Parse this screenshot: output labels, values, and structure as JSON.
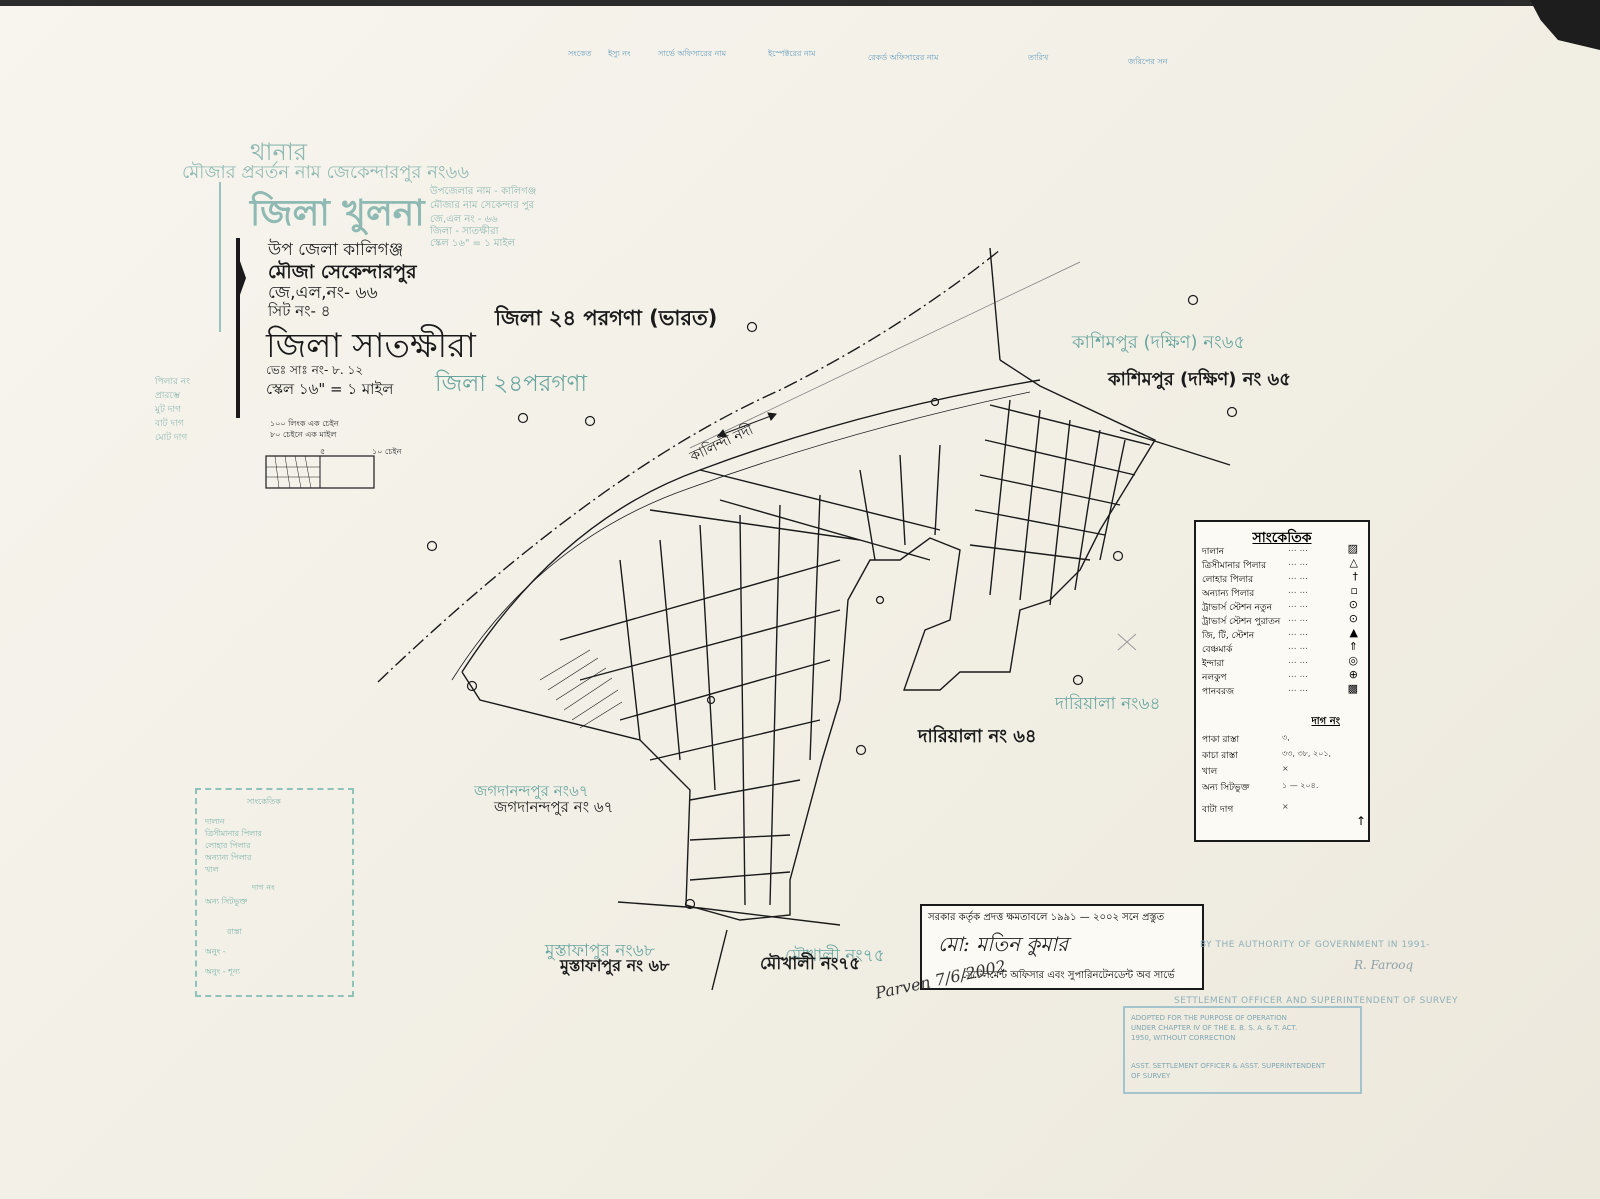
{
  "header": {
    "upazila": "উপ জেলা কালিগঞ্জ",
    "mouza": "মৌজা সেকেন্দারপুর",
    "jl_no": "জে,এল,নং- ৬৬",
    "sheet_no": "সিট নং- ৪",
    "district": "জিলা সাতক্ষীরা",
    "sheets": "ভেঃ সাঃ নং- ৮. ১২",
    "scale": "স্কেল ১৬\" = ১ মাইল",
    "chain_note_1": "১০০ লিংক এক চেইন",
    "chain_note_2": "৮০ চেইনে এক মাইল",
    "scale_mid": "৫",
    "scale_end": "১০ চেইন"
  },
  "faint_header": {
    "line1": "থানার",
    "line2": "মৌজার প্রবর্তন নাম জেকেন্দারপুর নং৬৬",
    "line3": "জিলা খুলনা",
    "right1": "উপজেলার নাম - কালিগঞ্জ",
    "right2": "মৌজার নাম সেকেন্দার পুর",
    "right3": "জে,এল নং - ৬৬",
    "right4": "জিলা - সাতক্ষীরা",
    "right5": "স্কেল ১৬\" = ১ মাইল"
  },
  "left_side_notes": [
    "পিলার নং",
    "প্রারম্ভে",
    "মুট দাগ",
    "বাট দাগ",
    "মোট দাগ"
  ],
  "map_labels": {
    "district_india": "জিলা ২৪ পরগণা (ভারত)",
    "district_india_faint": "জিলা ২৪পরগণা",
    "river": "কালিন্দী নদী",
    "kashimpur": "কাশিমপুর (দক্ষিণ) নং ৬৫",
    "kashimpur_faint": "কাশিমপুর (দক্ষিণ) নং৬৫",
    "dariyala": "দারিয়ালা নং ৬৪",
    "dariyala_faint": "দারিয়ালা নং৬৪",
    "jagadanandapur": "জগদানন্দপুর নং ৬৭",
    "jagadanandapur_faint": "জগদানন্দপুর নং৬৭",
    "mustafapur": "মুস্তাফাপুর নং ৬৮",
    "mustafapur_faint": "মুস্তাফাপুর নং৬৮",
    "moukhali": "মৌখালী নং৭৫",
    "moukhali_faint": "মৌখালী নং৭৫"
  },
  "top_strip": [
    "সংকেত",
    "ইস্যু নং",
    "সার্ভে অফিসারের নাম",
    "ইস্পেক্টরের নাম",
    "রেকর্ড অফিসারের নাম",
    "তারিখ",
    "জরিপের সন"
  ],
  "legend": {
    "title": "সাংকেতিক",
    "items": [
      {
        "name": "দালান",
        "symbol": "▨"
      },
      {
        "name": "ত্রিসীমানার পিলার",
        "symbol": "△"
      },
      {
        "name": "লোহার পিলার",
        "symbol": "†"
      },
      {
        "name": "অন্যান্য পিলার",
        "symbol": "▫"
      },
      {
        "name": "ট্রাভার্স স্টেশন নতুন",
        "symbol": "⊙"
      },
      {
        "name": "ট্রাভার্স স্টেশন পুরাতন",
        "symbol": "⊙"
      },
      {
        "name": "জি, টি, স্টেশন",
        "symbol": "▲"
      },
      {
        "name": "বেঞ্চমার্ক",
        "symbol": "⇑"
      },
      {
        "name": "ইন্দারা",
        "symbol": "◎"
      },
      {
        "name": "নলকুপ",
        "symbol": "⊕"
      },
      {
        "name": "পানবরজ",
        "symbol": "▩"
      }
    ],
    "dag_title": "দাগ নং",
    "dag_rows": [
      {
        "name": "পাকা রাস্তা",
        "value": "৩,"
      },
      {
        "name": "কাচা রাস্তা",
        "value": "৩৩, ৩৮, ২০১,"
      },
      {
        "name": "খাল",
        "value": "×"
      },
      {
        "name": "অন্য সিটভুক্ত",
        "value": "১ — ২০৪."
      },
      {
        "name": "বাটা দাগ",
        "value": "×"
      }
    ]
  },
  "authority": {
    "top": "সরকার কর্তৃক প্রদত্ত ক্ষমতাবলে ১৯৯১ — ২০০২ সনে প্রস্তুত",
    "signature": "মো: মতিন কুমার",
    "bottom": "সেটেলমেন্ট অফিসার এবং সুপারিনটেনডেন্ট অব সার্ভে"
  },
  "english_notes": {
    "authority": "BY THE AUTHORITY OF GOVERNMENT IN 1991-",
    "officer": "SETTLEMENT OFFICER AND SUPERINTENDENT OF SURVEY",
    "signature": "R. Farooq"
  },
  "stamp_right": [
    "ADOPTED FOR THE PURPOSE OF OPERATION",
    "UNDER CHAPTER IV OF THE E. B. S. A. & T. ACT.",
    "1950, WITHOUT CORRECTION",
    "ASST. SETTLEMENT OFFICER & ASST. SUPERINTENDENT",
    "OF SURVEY"
  ],
  "stamp_left": [
    "সাংকেতিক",
    "দালান",
    "ত্রিসীমানার পিলার",
    "লোহার পিলার",
    "অন্যান্য পিলার",
    "খাল",
    "দাগ নং",
    "অন্য সিটভুক্ত",
    "রাস্তা",
    "অনুং -",
    "অনুং - শূন্য"
  ],
  "margin_signature": "Parven 7/6/2002",
  "colors": {
    "ink": "#1a1a1a",
    "faint_blue": "#6aa6a0",
    "paper": "#f5f2ea"
  }
}
